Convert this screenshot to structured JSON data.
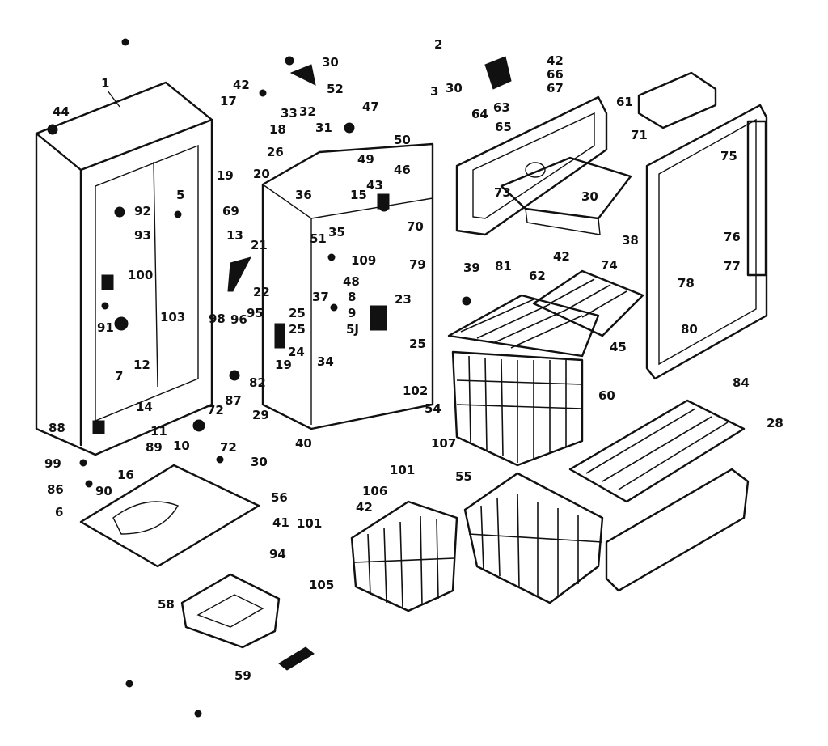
{
  "diagram": {
    "callouts": [
      "1",
      "2",
      "3",
      "5",
      "6",
      "7",
      "8",
      "9",
      "10",
      "11",
      "12",
      "13",
      "14",
      "15",
      "16",
      "17",
      "18",
      "19",
      "19",
      "20",
      "21",
      "22",
      "23",
      "24",
      "25",
      "25",
      "25",
      "26",
      "28",
      "29",
      "30",
      "30",
      "30",
      "30",
      "31",
      "32",
      "33",
      "34",
      "35",
      "36",
      "37",
      "38",
      "39",
      "40",
      "41",
      "42",
      "42",
      "42",
      "42",
      "43",
      "44",
      "45",
      "46",
      "47",
      "48",
      "49",
      "50",
      "51",
      "5J",
      "52",
      "54",
      "55",
      "56",
      "58",
      "59",
      "60",
      "61",
      "62",
      "63",
      "64",
      "65",
      "66",
      "67",
      "69",
      "70",
      "71",
      "72",
      "72",
      "73",
      "74",
      "75",
      "76",
      "77",
      "78",
      "79",
      "80",
      "81",
      "82",
      "84",
      "86",
      "87",
      "88",
      "89",
      "90",
      "91",
      "92",
      "93",
      "94",
      "95",
      "96",
      "98",
      "99",
      "100",
      "101",
      "101",
      "102",
      "103",
      "105",
      "106",
      "107",
      "109"
    ]
  }
}
